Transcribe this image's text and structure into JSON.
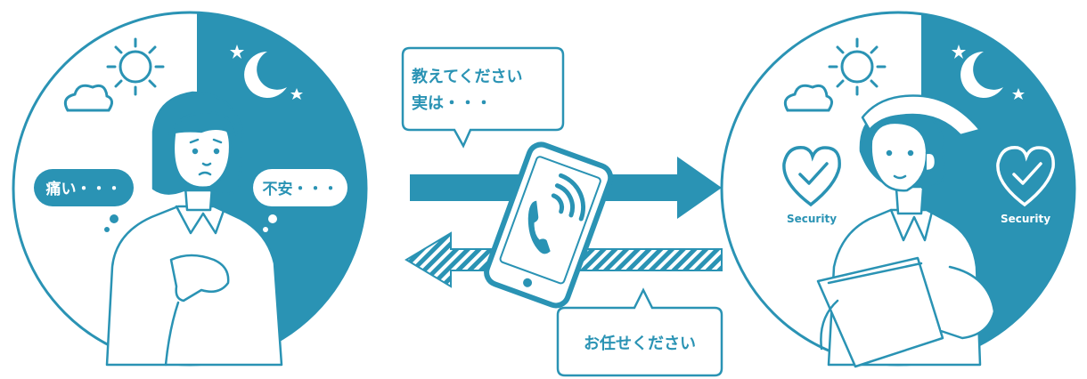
{
  "colors": {
    "primary": "#2a93b4",
    "white": "#ffffff"
  },
  "patient_scene": {
    "bubble_left": "痛い・・・",
    "bubble_right": "不安・・・"
  },
  "nurse_scene": {
    "security_label_left": "Security",
    "security_label_right": "Security"
  },
  "flow": {
    "upper_speech_line1": "教えてください",
    "upper_speech_line2": "実は・・・",
    "lower_speech": "お任せください"
  },
  "icons": [
    "sun-icon",
    "moon-icon",
    "star-icon",
    "cloud-icon",
    "smartphone-icon",
    "phone-handset-icon",
    "signal-waves-icon",
    "heart-check-icon"
  ]
}
